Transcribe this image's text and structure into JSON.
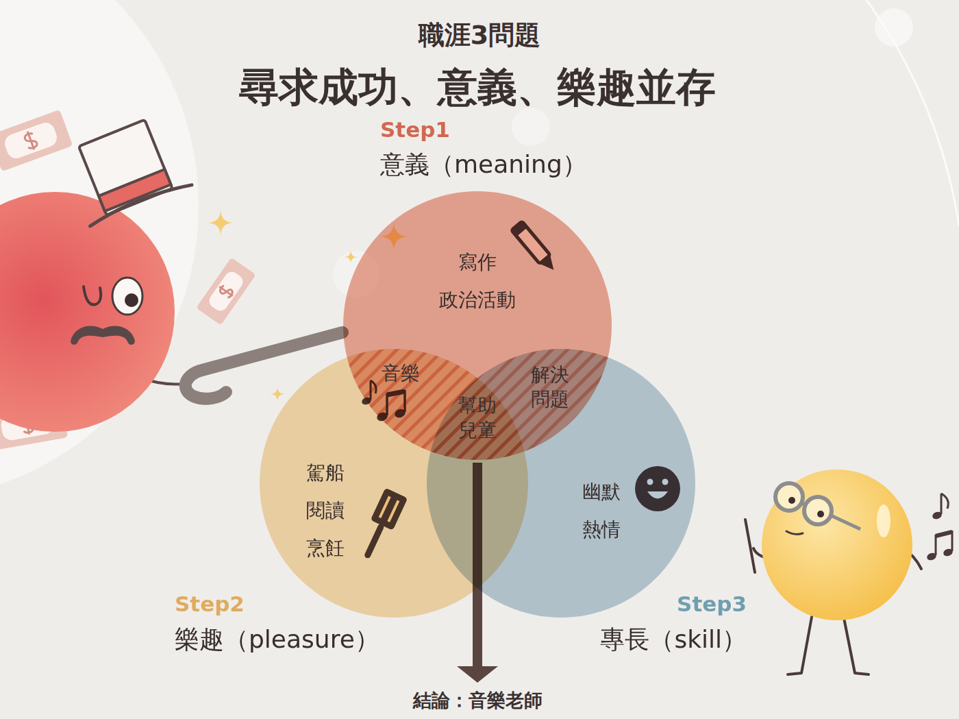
{
  "diagram": {
    "title": "尋求成功、意義、樂趣並存",
    "nodes": [
      {
        "text": [
          "Step1",
          "意義（meaning）",
          "寫作",
          "政治活動"
        ]
      },
      {
        "text": [
          "Step2",
          "樂趣（pleasure）",
          "駕船",
          "閱讀",
          "烹飪"
        ]
      },
      {
        "text": [
          "Step3",
          "專長（skill）",
          "幽默",
          "熱情"
        ]
      }
    ],
    "labels": [
      "職涯3問題",
      "音樂",
      "解決 問題",
      "幫助 兒童",
      "結論：音樂老師"
    ]
  }
}
